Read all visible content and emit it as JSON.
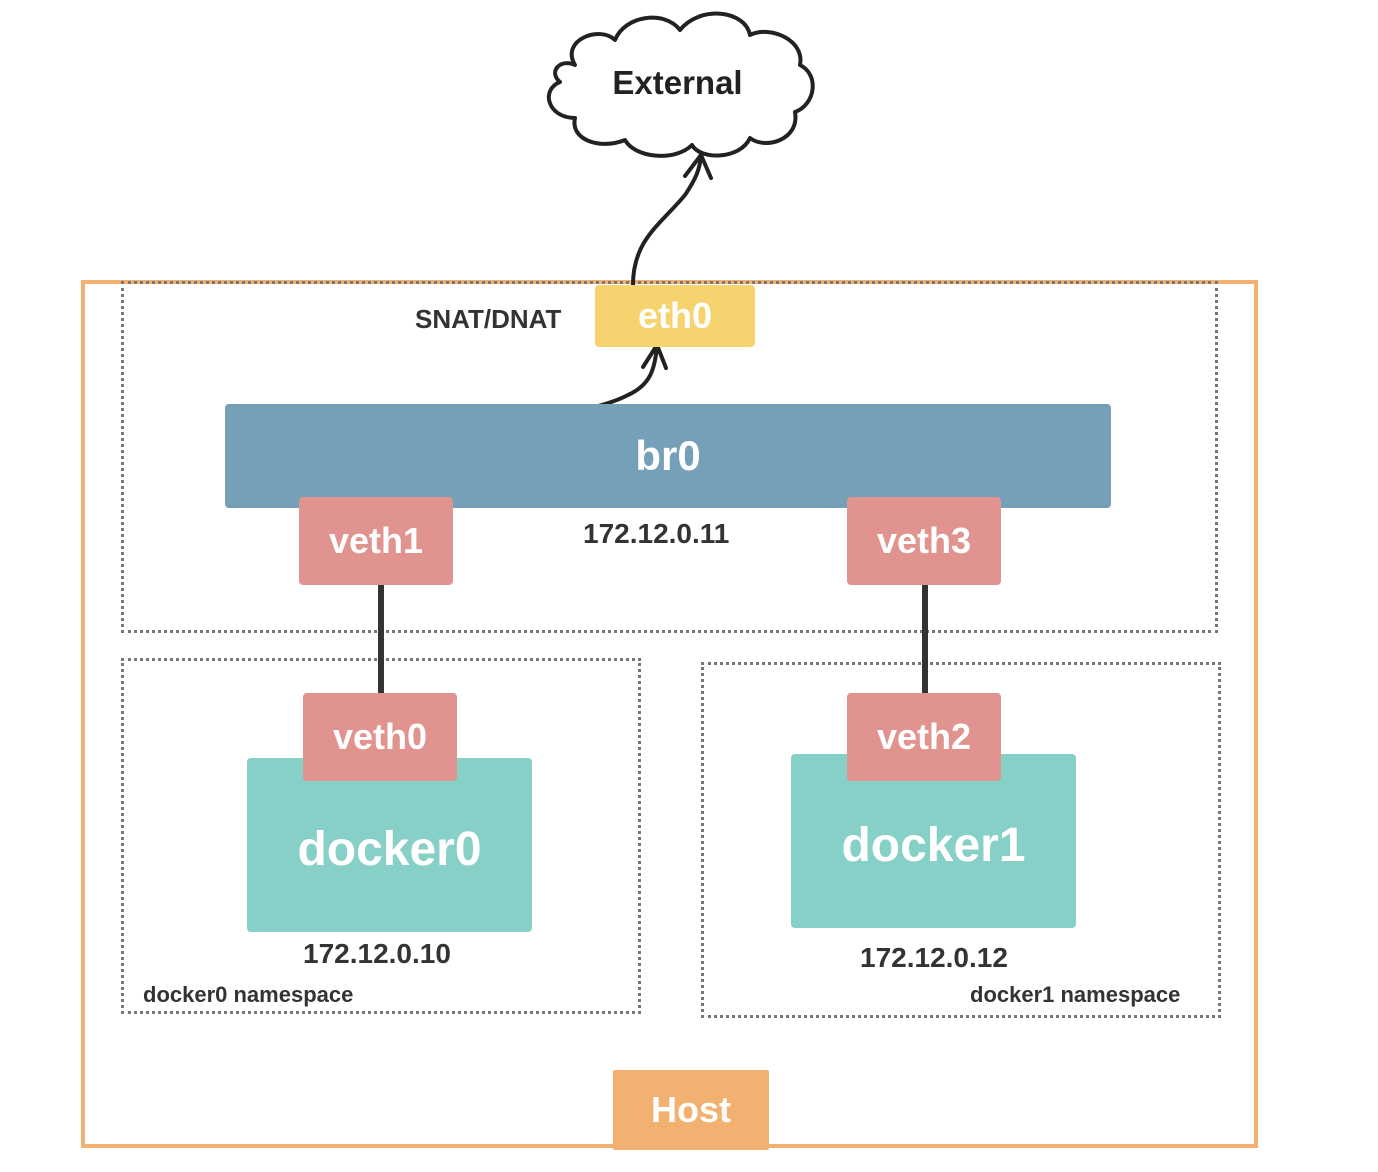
{
  "external": {
    "label": "External"
  },
  "host": {
    "label": "Host"
  },
  "interfaces": {
    "eth0": "eth0",
    "br0": "br0",
    "veth0": "veth0",
    "veth1": "veth1",
    "veth2": "veth2",
    "veth3": "veth3"
  },
  "containers": {
    "docker0": "docker0",
    "docker1": "docker1"
  },
  "labels": {
    "snat_dnat": "SNAT/DNAT",
    "br0_ip": "172.12.0.11",
    "docker0_ip": "172.12.0.10",
    "docker1_ip": "172.12.0.12",
    "docker0_namespace": "docker0 namespace",
    "docker1_namespace": "docker1 namespace"
  },
  "colors": {
    "host": "#f2b170",
    "eth0": "#f5d36f",
    "bridge": "#769fb8",
    "veth": "#e0938f",
    "container": "#87d0c7"
  }
}
